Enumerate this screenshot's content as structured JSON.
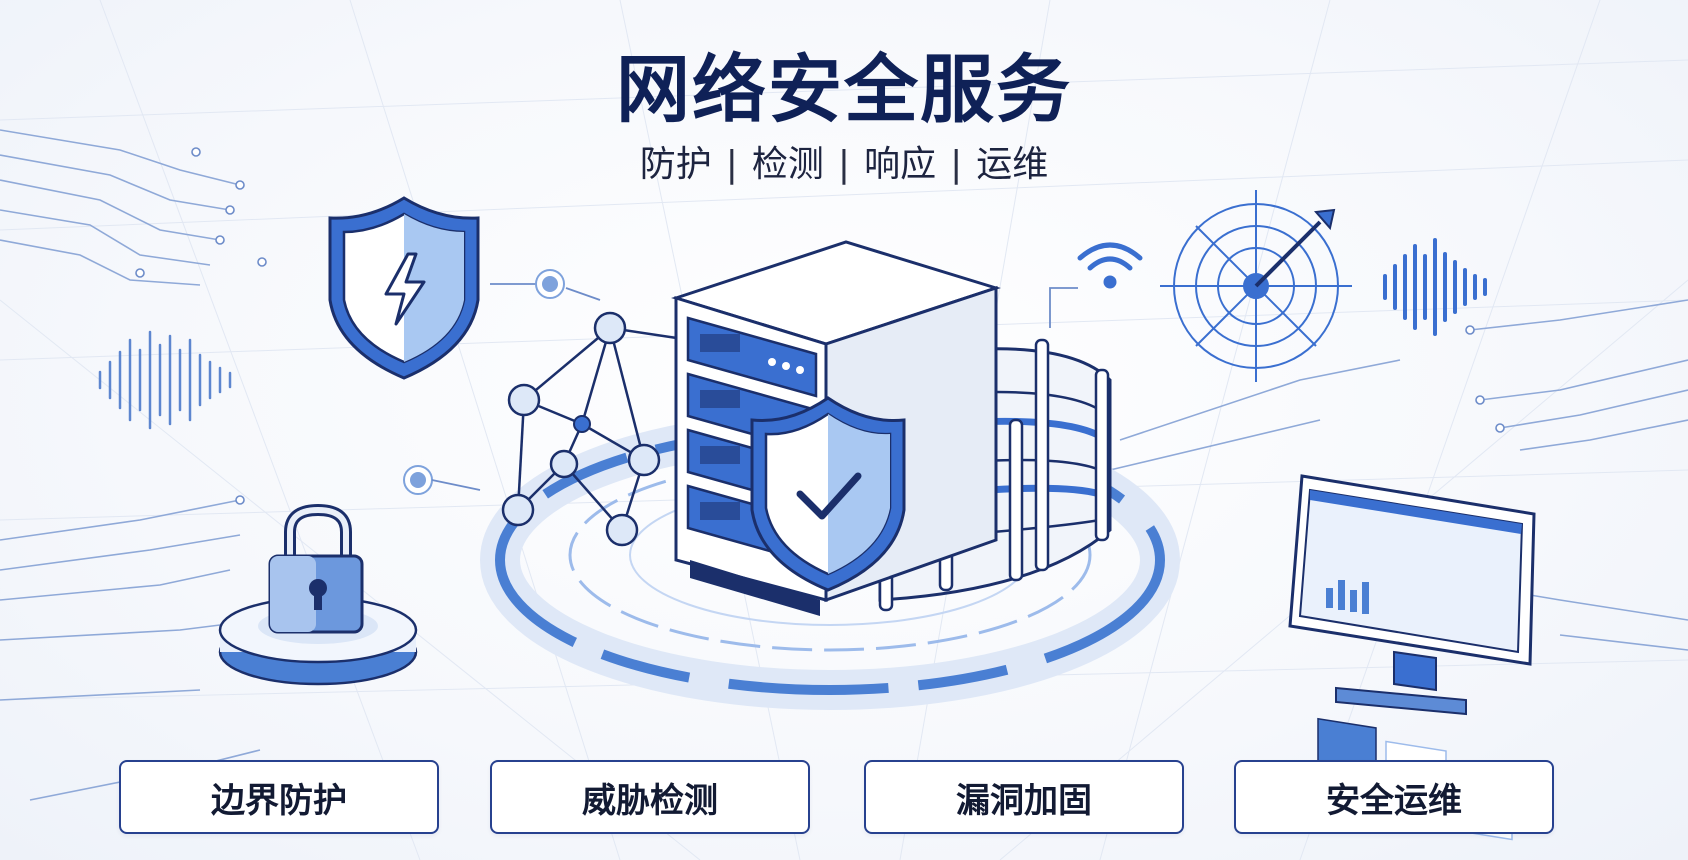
{
  "title": "网络安全服务",
  "subtitle": {
    "items": [
      "防护",
      "检测",
      "响应",
      "运维"
    ],
    "separator": "|"
  },
  "services": [
    {
      "label": "边界防护"
    },
    {
      "label": "威胁检测"
    },
    {
      "label": "漏洞加固"
    },
    {
      "label": "安全运维"
    }
  ],
  "colors": {
    "navy": "#0f2157",
    "blue": "#3a6fd0",
    "light_blue": "#a9c8f2",
    "outline": "#1b2f6b"
  },
  "icons": [
    "shield-bolt-icon",
    "server-rack-icon",
    "shield-check-icon",
    "network-graph-icon",
    "padlock-icon",
    "radar-target-icon",
    "wifi-icon",
    "soundwave-icon",
    "monitor-dashboard-icon",
    "fence-ring-icon"
  ]
}
